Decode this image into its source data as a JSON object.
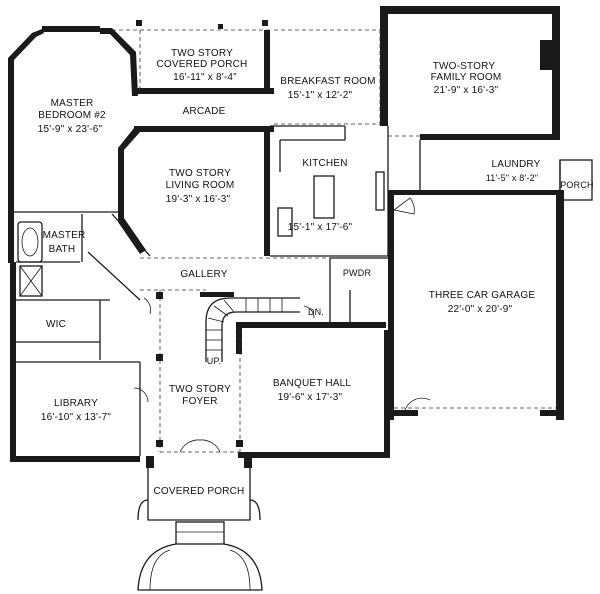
{
  "rooms": {
    "covered_porch_top": {
      "name_1": "TWO STORY",
      "name_2": "COVERED PORCH",
      "dims": "16'-11\" x 8'-4\""
    },
    "breakfast": {
      "name": "BREAKFAST ROOM",
      "dims": "15'-1\" x 12'-2\""
    },
    "family": {
      "name_1": "TWO-STORY",
      "name_2": "FAMILY ROOM",
      "dims": "21'-9\" x 16'-3\""
    },
    "master_bedroom": {
      "name_1": "MASTER",
      "name_2": "BEDROOM #2",
      "dims": "15'-9\" x 23'-6\""
    },
    "arcade": {
      "name": "ARCADE"
    },
    "living": {
      "name_1": "TWO STORY",
      "name_2": "LIVING ROOM",
      "dims": "19'-3\" x 16'-3\""
    },
    "kitchen": {
      "name": "KITCHEN",
      "dims": "15'-1\" x 17'-6\""
    },
    "laundry": {
      "name": "LAUNDRY",
      "dims": "11'-5\" x 8'-2\""
    },
    "porch_side": {
      "name": "PORCH"
    },
    "master_bath": {
      "name_1": "MASTER",
      "name_2": "BATH"
    },
    "gallery": {
      "name": "GALLERY"
    },
    "pwdr": {
      "name": "PWDR"
    },
    "garage": {
      "name": "THREE CAR GARAGE",
      "dims": "22'-0\" x 20'-9\""
    },
    "wic": {
      "name": "WIC"
    },
    "dn": {
      "name": "DN."
    },
    "up": {
      "name": "UP."
    },
    "library": {
      "name": "LIBRARY",
      "dims": "16'-10\" x 13'-7\""
    },
    "foyer": {
      "name_1": "TWO STORY",
      "name_2": "FOYER"
    },
    "banquet": {
      "name": "BANQUET HALL",
      "dims": "19'-6\" x 17'-3\""
    },
    "covered_porch_front": {
      "name": "COVERED PORCH"
    }
  }
}
